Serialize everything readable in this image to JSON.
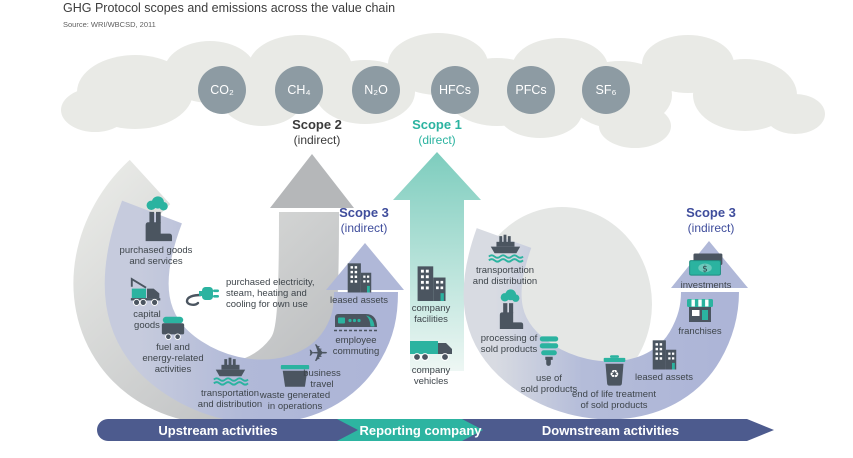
{
  "title": "GHG Protocol scopes and emissions across the value chain",
  "source": "Source: WRI/WBCSD, 2011",
  "colors": {
    "teal_accent": "#2bb3a0",
    "slate_icon": "#4b5560",
    "periwinkle_arc": "#b1b9d8",
    "gray_arrow": "#b5b7b9",
    "cloud_gray": "#e9eae6",
    "gas_circle_gray": "#8d9ba3",
    "indigo_text": "#3f4d9c",
    "bar_dark_blue": "#4d5b8e",
    "bar_teal": "#2db4a1"
  },
  "gases": [
    "CO₂",
    "CH₄",
    "N₂O",
    "HFCs",
    "PFCs",
    "SF₆"
  ],
  "scopes": {
    "scope2": {
      "name": "Scope 2",
      "type": "(indirect)"
    },
    "scope1": {
      "name": "Scope 1",
      "type": "(direct)"
    },
    "scope3_upstream": {
      "name": "Scope 3",
      "type": "(indirect)"
    },
    "scope3_downstream": {
      "name": "Scope 3",
      "type": "(indirect)"
    }
  },
  "items": {
    "purchased_goods": {
      "label": "purchased goods\nand services",
      "icon": "factory-smoke-icon"
    },
    "purchased_electricity": {
      "label": "purchased electricity,\nsteam, heating and\ncooling for own use",
      "icon": "plug-icon"
    },
    "capital_goods": {
      "label": "capital\ngoods",
      "icon": "crane-truck-icon"
    },
    "fuel_energy": {
      "label": "fuel and\nenergy-related\nactivities",
      "icon": "fuel-cart-icon"
    },
    "transportation_upstream": {
      "label": "transportation\nand distribution",
      "icon": "ship-icon"
    },
    "waste": {
      "label": "waste generated\nin operations",
      "icon": "dumpster-icon"
    },
    "business_travel": {
      "label": "business\ntravel",
      "icon": "plane-icon"
    },
    "employee_commuting": {
      "label": "employee\ncommuting",
      "icon": "train-icon"
    },
    "leased_assets_upstream": {
      "label": "leased assets",
      "icon": "buildings-icon"
    },
    "company_facilities": {
      "label": "company\nfacilities",
      "icon": "buildings-icon"
    },
    "company_vehicles": {
      "label": "company\nvehicles",
      "icon": "truck-icon"
    },
    "transportation_downstream": {
      "label": "transportation\nand distribution",
      "icon": "ship-icon"
    },
    "processing_sold_products": {
      "label": "processing of\nsold products",
      "icon": "factory-smoke-icon"
    },
    "use_of_sold_products": {
      "label": "use of\nsold products",
      "icon": "cfl-bulb-icon"
    },
    "end_of_life": {
      "label": "end of life treatment\nof sold products",
      "icon": "recycle-bin-icon"
    },
    "leased_assets_downstream": {
      "label": "leased assets",
      "icon": "buildings-icon"
    },
    "franchises": {
      "label": "franchises",
      "icon": "storefront-icon"
    },
    "investments": {
      "label": "investments",
      "icon": "banknotes-icon"
    }
  },
  "bar": {
    "upstream": "Upstream activities",
    "reporting": "Reporting company",
    "downstream": "Downstream activities"
  }
}
